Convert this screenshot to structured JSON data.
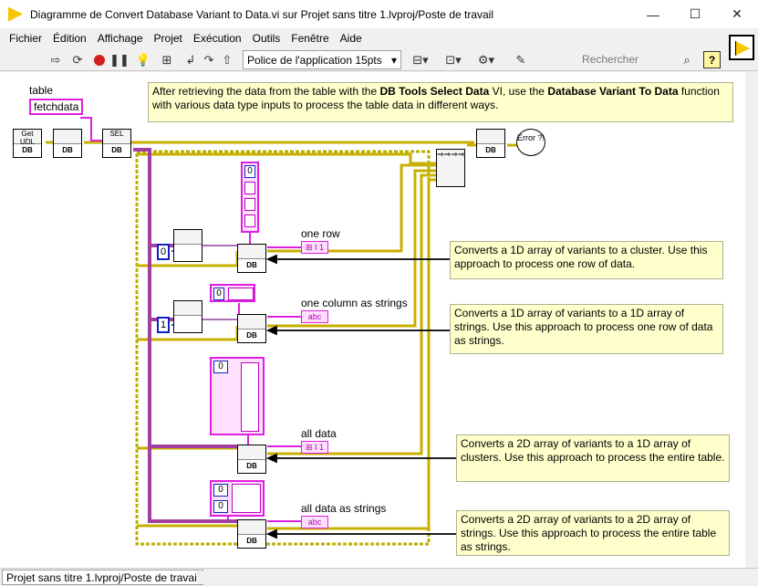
{
  "window": {
    "title": "Diagramme de Convert Database Variant to Data.vi sur Projet sans titre 1.lvproj/Poste de travail",
    "minimize": "—",
    "maximize": "☐",
    "close": "✕"
  },
  "menu": [
    "Fichier",
    "Édition",
    "Affichage",
    "Projet",
    "Exécution",
    "Outils",
    "Fenêtre",
    "Aide"
  ],
  "toolbar": {
    "font_select": "Police de l'application 15pts",
    "search_placeholder": "Rechercher",
    "help": "?"
  },
  "diagram": {
    "table_label": "table",
    "table_value": "fetchdata",
    "top_comment_parts": [
      "After retrieving the data from the table with the ",
      "DB Tools Select Data",
      " VI, use the ",
      "Database Variant To Data",
      " function with various data type inputs to process the table data in different ways."
    ],
    "node_udl": "Get UDL",
    "node_db": "DB",
    "node_sel": "SEL",
    "error_node": "Error ?!",
    "labels": {
      "one_row": "one row",
      "one_column": "one column as strings",
      "all_data": "all data",
      "all_data_strings": "all data as strings"
    },
    "consts": {
      "index0": "0",
      "index1": "1",
      "zero": "0"
    },
    "comments": {
      "one_row": "Converts a 1D array of variants to a cluster. Use this approach to process one row of data.",
      "one_column": "Converts a 1D array of variants to a 1D array of strings. Use this approach to process one row of data as strings.",
      "all_data": "Converts a 2D array of variants to a 1D array of clusters. Use this approach to process the entire table.",
      "all_data_strings": "Converts a 2D array of variants to a 2D array of strings. Use this approach to process the entire table as strings."
    },
    "indicators": {
      "cluster": "⊞ I 1",
      "string": "abc"
    }
  },
  "status": {
    "project": "Projet sans titre 1.lvproj/Poste de travail"
  }
}
